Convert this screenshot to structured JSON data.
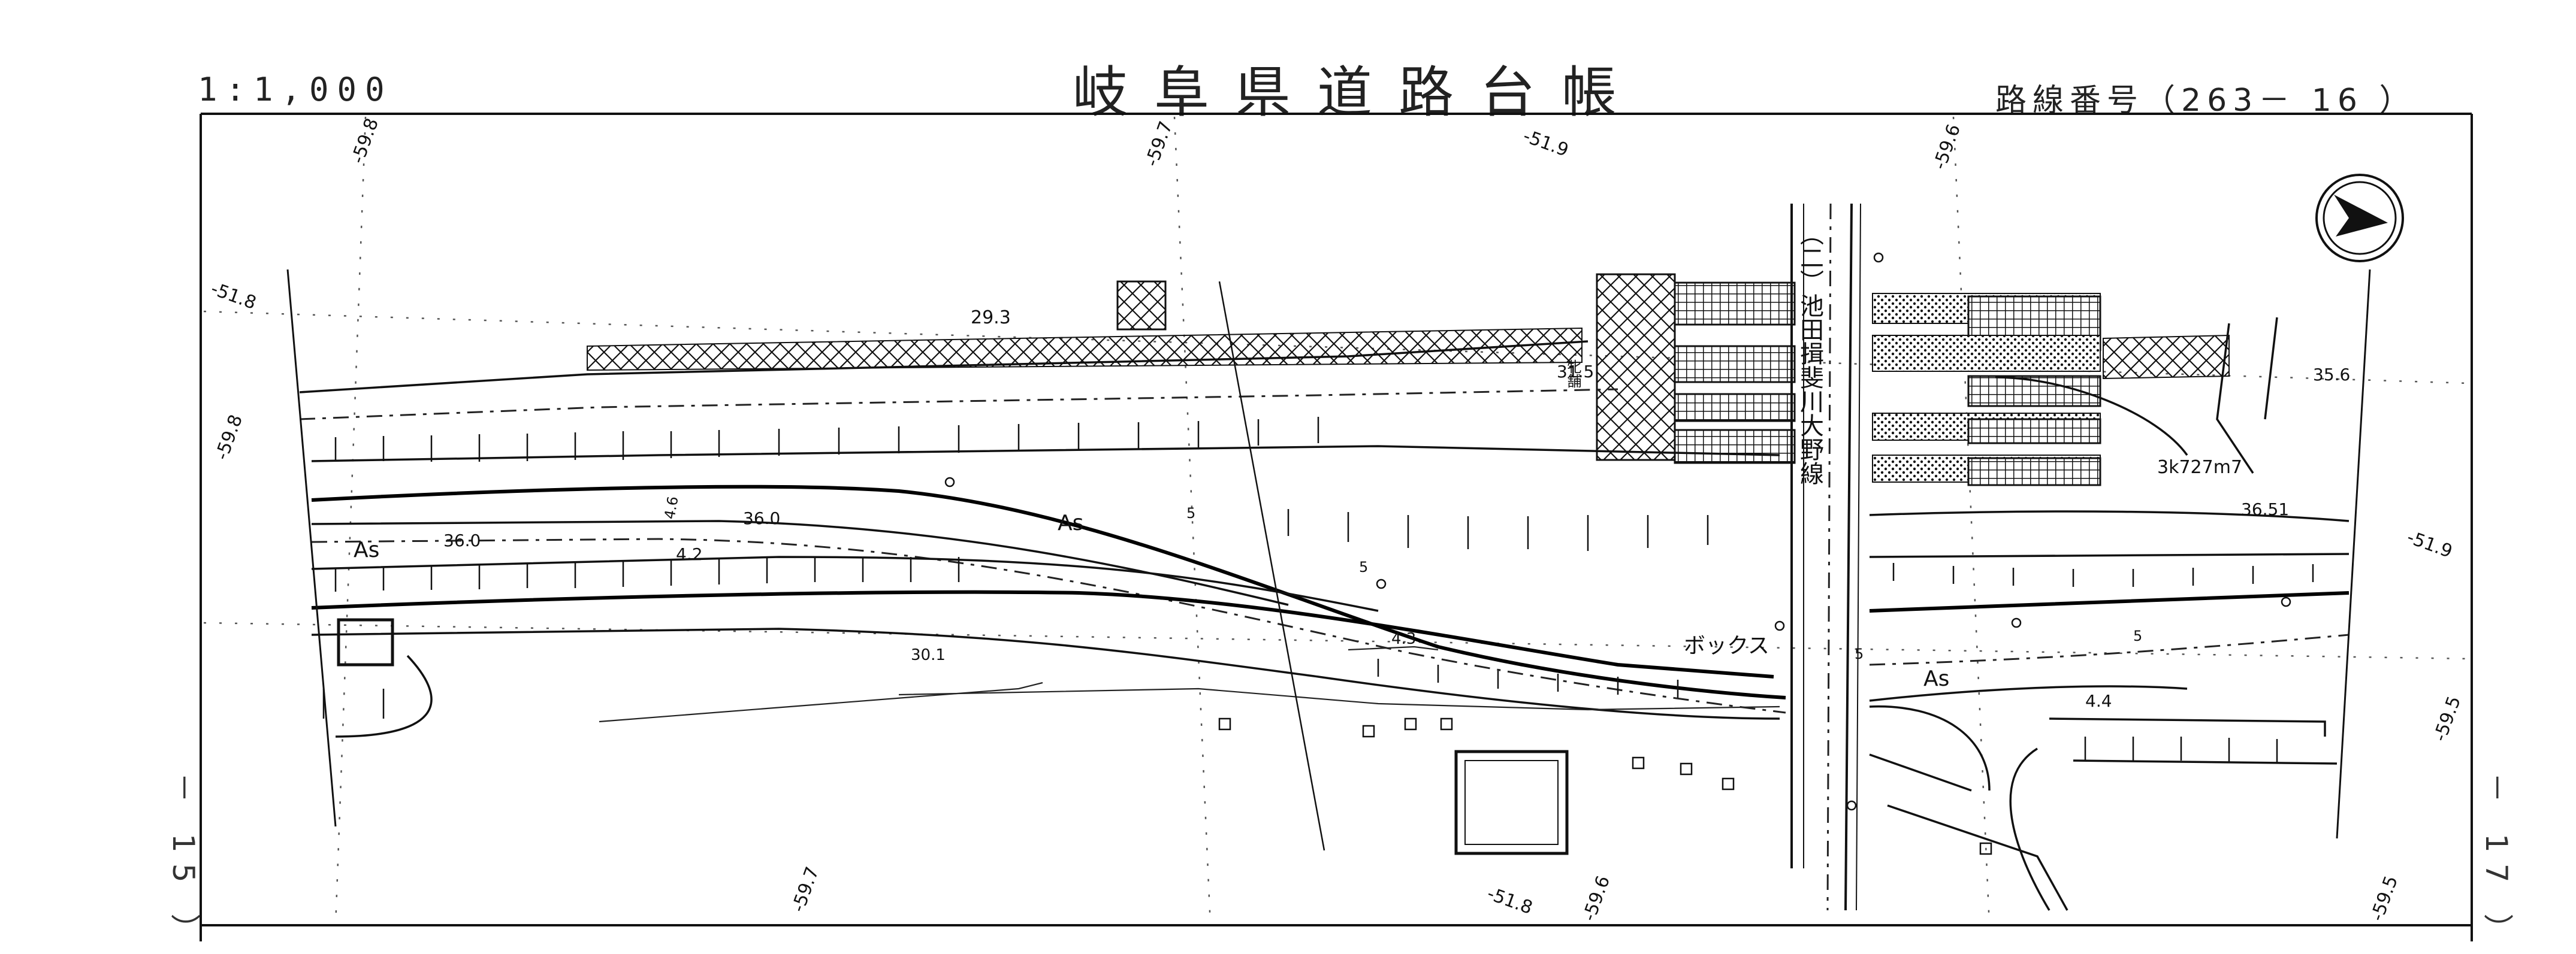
{
  "header": {
    "scale": "1:1,000",
    "title": "岐阜県道路台帳",
    "route_number": "路線番号（263－ 16 ）"
  },
  "sheet_refs": {
    "left": "－ 15 ）",
    "right": "－ 17 ）"
  },
  "map": {
    "road_name": "（二）池田揖斐川大野線",
    "culvert_label": "ボックス",
    "small_building_label": "牝舗",
    "distance_marker": "3k727m7",
    "surface_labels": [
      "As",
      "As",
      "As"
    ],
    "elevations": [
      "29.3",
      "31.5",
      "36.0",
      "36.0",
      "4.2",
      "30.1",
      "4.3",
      "35.6",
      "36.51",
      "4.4"
    ],
    "grid_labels": [
      "-59.8",
      "-59.7",
      "-51.9",
      "-59.6",
      "-51.8",
      "-59.8",
      "-51.9",
      "-59.5",
      "-59.7",
      "-51.8",
      "-59.6",
      "-59.5"
    ],
    "widths": [
      "4.6",
      "5",
      "5",
      "5",
      "5"
    ],
    "north_arrow": "north-arrow-icon"
  },
  "colors": {
    "ink": "#111111",
    "paper": "#ffffff"
  }
}
